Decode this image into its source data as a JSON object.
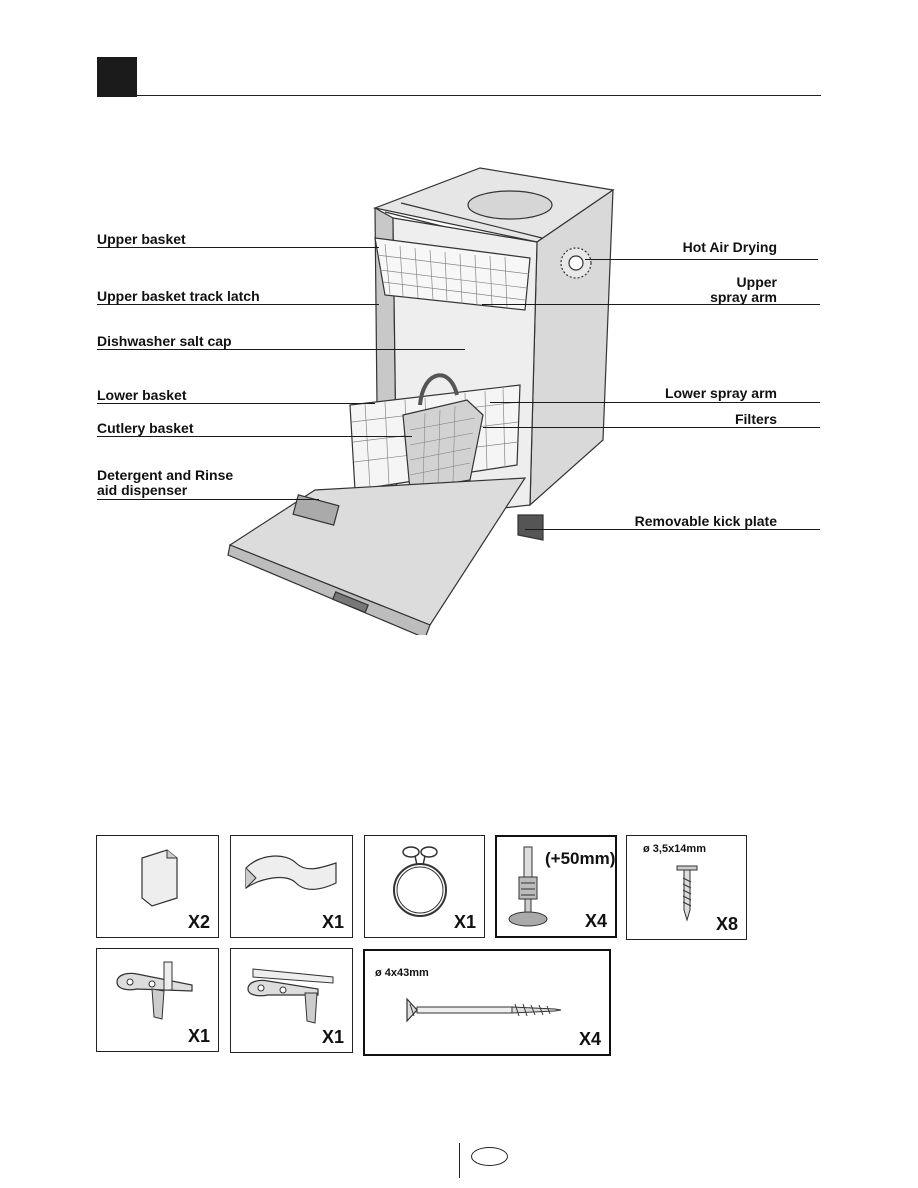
{
  "labels": {
    "upper_basket": "Upper basket",
    "upper_basket_track_latch": "Upper basket track latch",
    "dishwasher_salt_cap": "Dishwasher salt cap",
    "lower_basket": "Lower basket",
    "cutlery_basket": "Cutlery basket",
    "detergent_line1": "Detergent and Rinse",
    "detergent_line2": "aid dispenser",
    "hot_air_drying": "Hot Air Drying",
    "upper_spray_arm_line1": "Upper",
    "upper_spray_arm_line2": "spray arm",
    "lower_spray_arm": "Lower spray arm",
    "filters": "Filters",
    "removable_kick_plate": "Removable kick plate"
  },
  "accessories": {
    "tape_patch": {
      "qty": "X2"
    },
    "tape_strip": {
      "qty": "X1"
    },
    "hose_clamp": {
      "qty": "X1"
    },
    "adjustable_foot": {
      "qty": "X4",
      "note": "(+50mm)"
    },
    "small_screw": {
      "qty": "X8",
      "size": "ø 3,5x14mm"
    },
    "bracket_left": {
      "qty": "X1"
    },
    "bracket_right": {
      "qty": "X1"
    },
    "long_screw": {
      "qty": "X4",
      "size": "ø 4x43mm"
    }
  }
}
